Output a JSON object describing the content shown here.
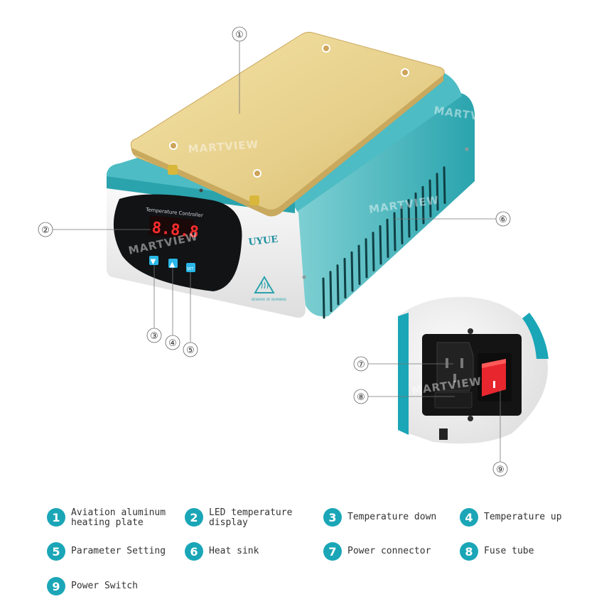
{
  "watermark": {
    "text": "MARTVIEW"
  },
  "device": {
    "panel_title": "Temperature Controller",
    "display_value": "8.8.8",
    "brand": "UYUE",
    "warning_label": "BEWARE OF BURNING",
    "down_symbol": "▼",
    "up_symbol": "▲",
    "set_label": "SET"
  },
  "callouts": {
    "c1": "①",
    "c2": "②",
    "c3": "③",
    "c4": "④",
    "c5": "⑤",
    "c6": "⑥",
    "c7": "⑦",
    "c8": "⑧",
    "c9": "⑨"
  },
  "legend": [
    {
      "num": "1",
      "text": "Aviation aluminum\nheating plate"
    },
    {
      "num": "2",
      "text": "LED temperature\ndisplay"
    },
    {
      "num": "3",
      "text": "Temperature down"
    },
    {
      "num": "4",
      "text": "Temperature up"
    },
    {
      "num": "5",
      "text": "Parameter Setting"
    },
    {
      "num": "6",
      "text": "Heat sink"
    },
    {
      "num": "7",
      "text": "Power connector"
    },
    {
      "num": "8",
      "text": "Fuse tube"
    },
    {
      "num": "9",
      "text": "Power Switch"
    }
  ],
  "colors": {
    "teal": "#1aa6b7",
    "body_teal": "#3fb6bf",
    "plate_gold": "#e6cf8a",
    "switch_red": "#e8262e"
  }
}
